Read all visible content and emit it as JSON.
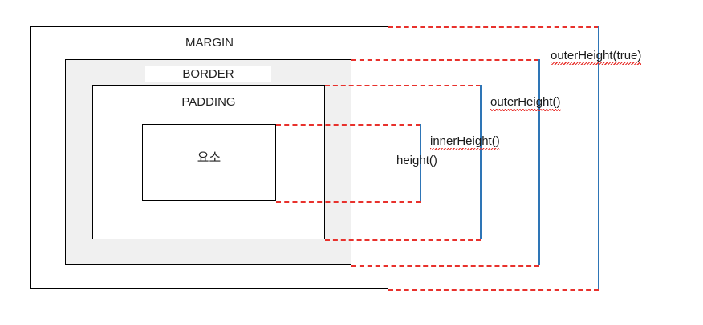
{
  "diagram": {
    "title": "jQuery height measurement box model diagram",
    "boxes": [
      {
        "key": "margin",
        "label": "MARGIN"
      },
      {
        "key": "border",
        "label": "BORDER"
      },
      {
        "key": "padding",
        "label": "PADDING"
      },
      {
        "key": "element",
        "label": "요소"
      }
    ],
    "measurements": [
      {
        "key": "height",
        "label": "height()"
      },
      {
        "key": "inner_height",
        "label": "innerHeight()"
      },
      {
        "key": "outer_height",
        "label": "outerHeight()"
      },
      {
        "key": "outer_height_true",
        "label": "outerHeight(true)"
      }
    ],
    "colors": {
      "box_stroke": "#000000",
      "border_fill": "#f0f0f0",
      "extension_line": "#e8312c",
      "measure_bar": "#2e75b6",
      "text": "#1a1a1a",
      "background": "#ffffff"
    }
  }
}
